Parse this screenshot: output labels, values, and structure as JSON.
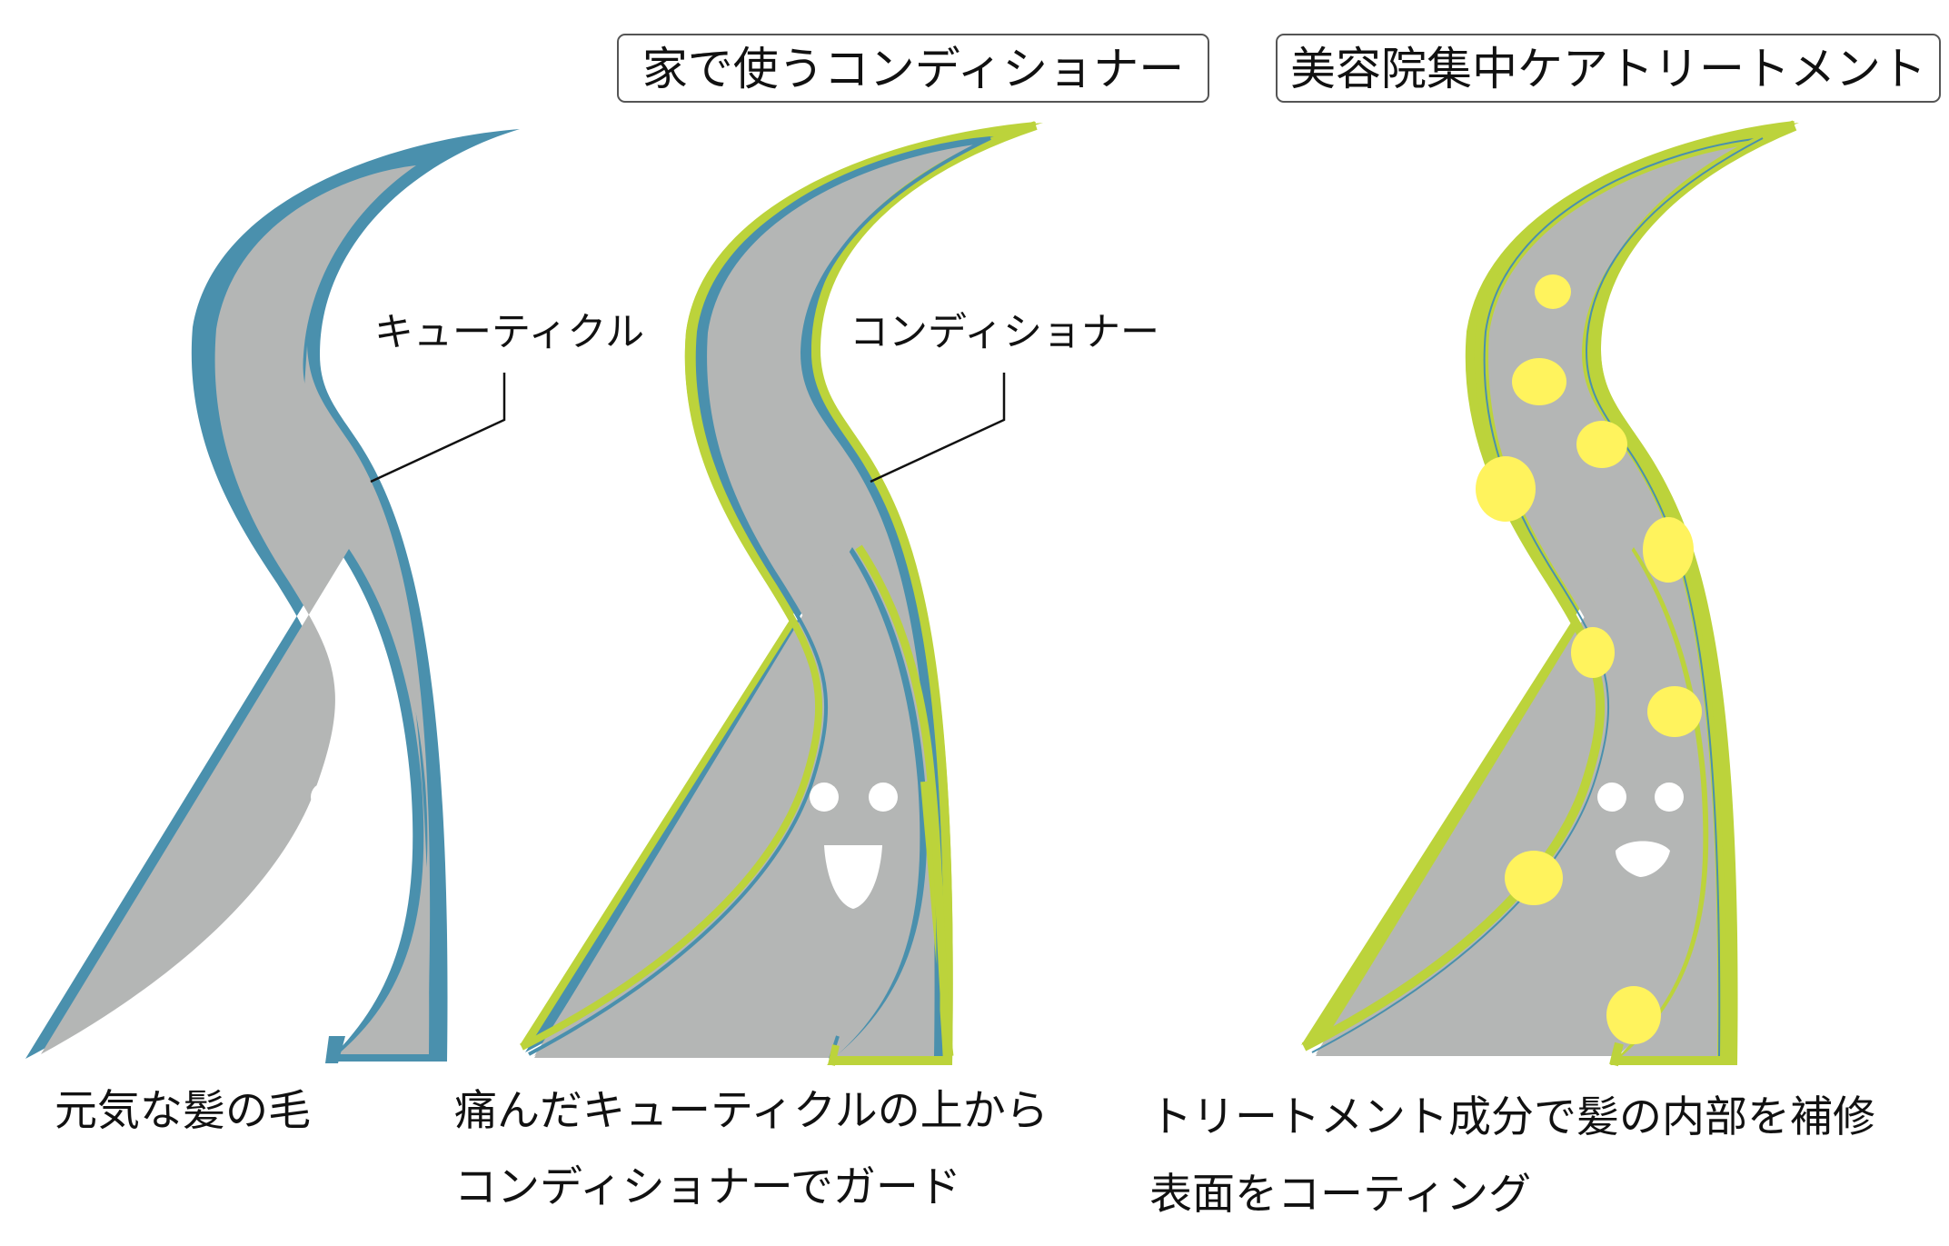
{
  "colors": {
    "hair_fill": "#b4b6b5",
    "cuticle_blue": "#4a90ad",
    "coating_green": "#bcd33b",
    "dot_yellow": "#fff35d",
    "face_white": "#ffffff",
    "text": "#111111"
  },
  "panels": [
    {
      "id": "healthy",
      "title": "",
      "callout": "キューティクル",
      "captions": [
        "元気な髪の毛"
      ]
    },
    {
      "id": "conditioner",
      "title": "家で使うコンディショナー",
      "callout": "コンディショナー",
      "captions": [
        "痛んだキューティクルの上から",
        "コンディショナーでガード"
      ]
    },
    {
      "id": "treatment",
      "title": "美容院集中ケアトリートメント",
      "callout": "",
      "captions": [
        "トリートメント成分で髪の内部を補修",
        "表面をコーティング"
      ]
    }
  ]
}
